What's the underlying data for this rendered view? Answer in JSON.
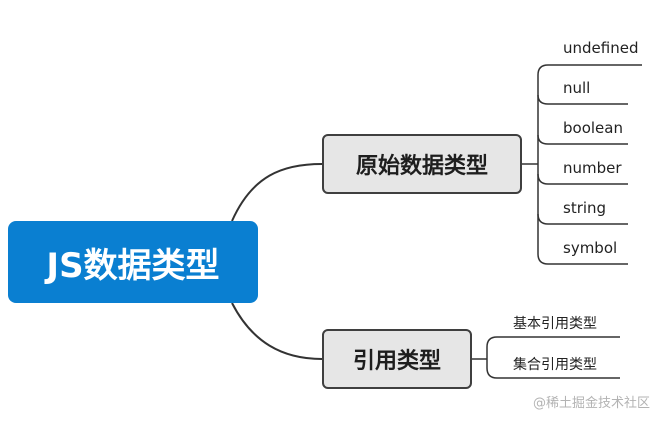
{
  "diagram": {
    "root": {
      "label": "JS数据类型",
      "color": "#0a7fd1"
    },
    "branches": [
      {
        "label": "原始数据类型",
        "children": [
          "undefined",
          "null",
          "boolean",
          "number",
          "string",
          "symbol"
        ]
      },
      {
        "label": "引用类型",
        "children": [
          "基本引用类型",
          "集合引用类型"
        ]
      }
    ]
  },
  "watermark": "@稀土掘金技术社区"
}
